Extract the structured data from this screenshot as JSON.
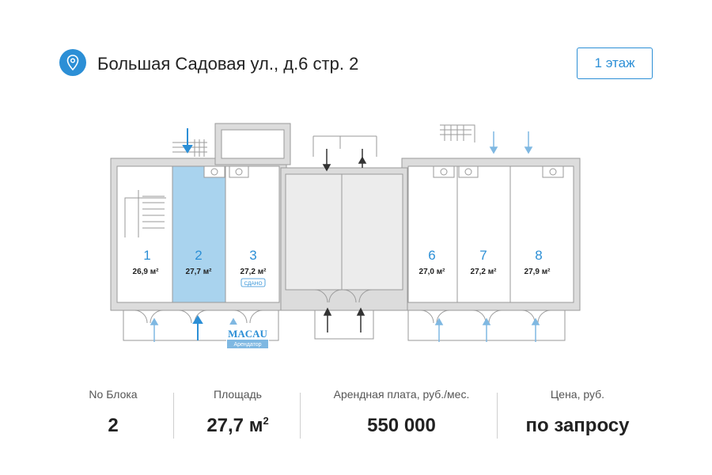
{
  "header": {
    "address": "Большая Садовая ул., д.6 стр. 2",
    "floor_button": "1 этаж"
  },
  "plan": {
    "units": [
      {
        "number": "1",
        "area": "26,9 м²"
      },
      {
        "number": "2",
        "area": "27,7 м²",
        "selected": true
      },
      {
        "number": "3",
        "area": "27,2 м²",
        "status": "СДАНО"
      },
      {
        "number": "6",
        "area": "27,0 м²"
      },
      {
        "number": "7",
        "area": "27,2 м²"
      },
      {
        "number": "8",
        "area": "27,9 м²"
      }
    ],
    "tenant": {
      "name": "MACAU",
      "subtitle": "Арендатор"
    }
  },
  "info": {
    "block_label": "No Блока",
    "block_value": "2",
    "area_label": "Площадь",
    "area_value": "27,7 м",
    "area_unit_sup": "2",
    "rent_label": "Арендная плата, руб./мес.",
    "rent_value": "550 000",
    "price_label": "Цена, руб.",
    "price_value": "по запросу"
  },
  "colors": {
    "accent": "#2c8fd6",
    "selected_fill": "#a9d3ee",
    "wall": "#9a9a9a",
    "wall_fill": "#dcdcdc",
    "corridor": "#ececec"
  }
}
